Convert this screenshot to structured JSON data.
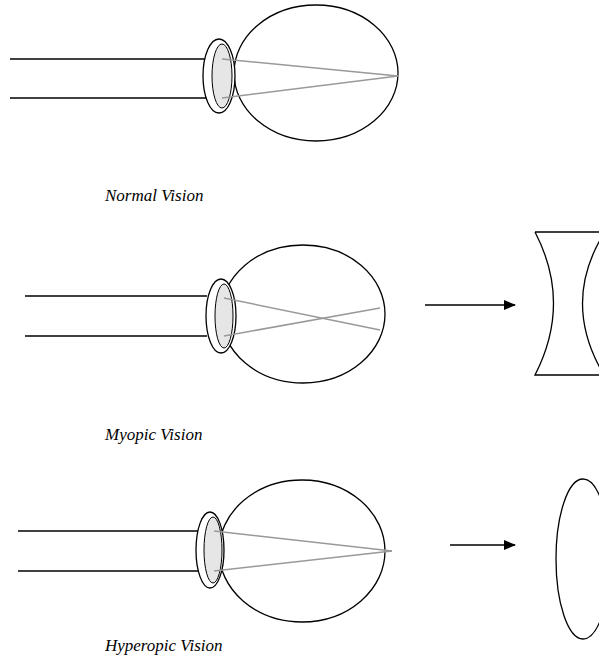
{
  "diagram": {
    "labels": [
      "Normal Vision",
      "Myopic Vision",
      "Hyperopic Vision"
    ]
  }
}
